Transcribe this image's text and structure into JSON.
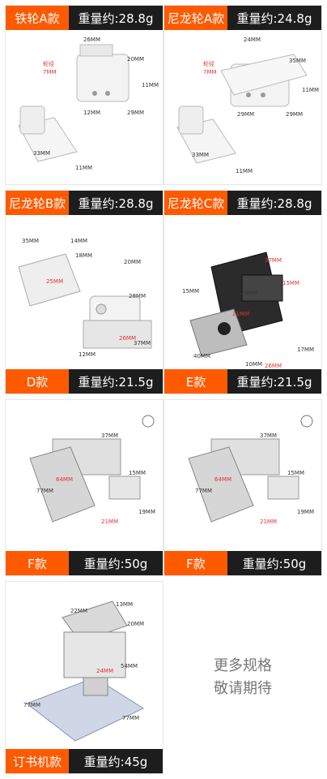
{
  "products": [
    {
      "name": "铁轮A款",
      "weight": "重量约:28.8g"
    },
    {
      "name": "尼龙轮A款",
      "weight": "重量约:24.8g"
    },
    {
      "name": "尼龙轮B款",
      "weight": "重量约:28.8g"
    },
    {
      "name": "尼龙轮C款",
      "weight": "重量约:28.8g"
    },
    {
      "name": "D款",
      "weight": "重量约:21.5g"
    },
    {
      "name": "E款",
      "weight": "重量约:21.5g"
    },
    {
      "name": "F款",
      "weight": "重量约:50g"
    },
    {
      "name": "F款",
      "weight": "重量约:50g"
    },
    {
      "name": "订书机款",
      "weight": "重量约:45g"
    }
  ],
  "dims": {
    "a1": [
      "26MM",
      "20MM",
      "11MM",
      "12MM",
      "29MM",
      "33MM",
      "11MM",
      "轮径",
      "7MM"
    ],
    "a2": [
      "24MM",
      "35MM",
      "11MM",
      "29MM",
      "29MM",
      "33MM",
      "11MM",
      "轮径",
      "7MM"
    ],
    "b": [
      "35MM",
      "14MM",
      "18MM",
      "20MM",
      "28MM",
      "37MM",
      "12MM",
      "26MM",
      "25MM"
    ],
    "c": [
      "37MM",
      "70MM",
      "15MM",
      "15MM",
      "21MM",
      "40MM",
      "10MM",
      "26MM",
      "17MM"
    ],
    "f": [
      "37MM",
      "15MM",
      "64MM",
      "77MM",
      "21MM",
      "19MM"
    ],
    "s": [
      "22MM",
      "13MM",
      "20MM",
      "24MM",
      "54MM",
      "77MM",
      "77MM"
    ]
  },
  "more_text": {
    "line1": "更多规格",
    "line2": "敬请期待"
  },
  "colors": {
    "accent": "#ff5a00",
    "dark": "#1d1d1d",
    "dim_red": "#e8312f"
  }
}
